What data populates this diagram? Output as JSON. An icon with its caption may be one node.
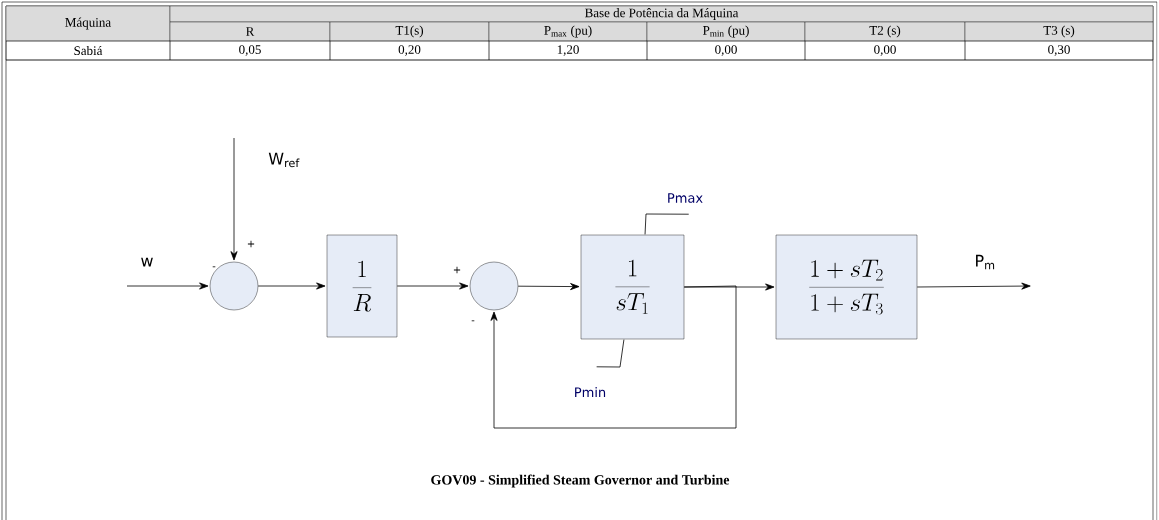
{
  "diagram": {
    "caption": "GOV09 - Simplified Steam Governor and Turbine",
    "nodes": [
      {
        "text": [],
        "shape": "circle"
      },
      {
        "text": [
          "\\frac{1}{R}"
        ]
      },
      {
        "text": [],
        "shape": "circle"
      },
      {
        "text": [
          "\\frac{1}{sT_1}"
        ]
      },
      {
        "text": [
          "\\frac{1+sT_2}{1+sT_3}"
        ]
      },
      {
        "text": [
          "Pmax"
        ]
      },
      {
        "text": [
          "Pmin"
        ]
      }
    ],
    "edges": [
      {
        "from": null,
        "to": 0,
        "arrow": "to",
        "label": "w"
      },
      {
        "from": null,
        "to": 0,
        "arrow": "to",
        "label": "W$_{ref}$"
      },
      {
        "from": 0,
        "to": 1,
        "arrow": "to"
      },
      {
        "from": 1,
        "to": 2,
        "arrow": "to"
      },
      {
        "from": 2,
        "to": 3,
        "arrow": "to"
      },
      {
        "from": 3,
        "to": 4,
        "arrow": "to"
      },
      {
        "from": 3,
        "to": 2,
        "arrow": "to"
      },
      {
        "from": 4,
        "to": null,
        "arrow": "to",
        "label": "P$_{m}$"
      },
      {
        "from": 5,
        "to": 3,
        "arrow": "none"
      },
      {
        "from": 6,
        "to": 3,
        "arrow": "none"
      }
    ],
    "labels": [
      "Máquina",
      "Base de Potência da Máquina",
      "R",
      "T1(s)",
      "P$_{max}$ (pu)",
      "P$_{min}$ (pu)",
      "T2 (s)",
      "T3 (s)",
      "Sabiá",
      "0,05",
      "0,20",
      "1,20",
      "0,00",
      "0,00",
      "0,30",
      "+",
      "-",
      "+",
      "-"
    ]
  }
}
